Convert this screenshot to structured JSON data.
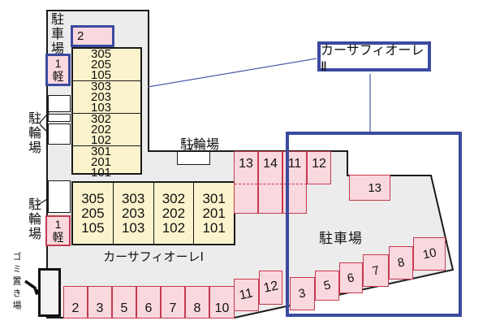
{
  "labels": {
    "parking_lot_top": "駐車場",
    "bike_parking_left_upper": "駐輪場",
    "bike_parking_left_lower": "駐輪場",
    "bike_parking_middle": "駐輪場",
    "parking_lot_right": "駐車場",
    "garbage_area": "ゴミ置き場",
    "casa_fiore_2_callout": "カーサフィオーレⅡ",
    "casa_fiore_1_caption": "カーサフィオーレⅠ"
  },
  "buildings": {
    "casa_fiore_2": {
      "units_col": [
        "305\n205\n105",
        "303\n203\n103",
        "302\n202\n102",
        "301\n201\n101"
      ]
    },
    "casa_fiore_1": {
      "units_col": [
        "305\n205\n105",
        "303\n203\n103",
        "302\n202\n102",
        "301\n201\n101"
      ]
    }
  },
  "parking_spaces": {
    "top_2": "2",
    "top_kei_number": "1",
    "top_kei_tag": "軽",
    "lower_kei_number": "1",
    "lower_kei_tag": "軽",
    "middle_row": [
      "13",
      "14",
      "11",
      "12"
    ],
    "bottom_row": [
      "2",
      "3",
      "5",
      "6",
      "7",
      "8",
      "10"
    ],
    "bottom_stairs": [
      "11",
      "12"
    ],
    "right_area_13": "13",
    "right_stairs": [
      "3",
      "5",
      "6",
      "7",
      "8",
      "10"
    ]
  },
  "colors": {
    "property_fill": "#ececec",
    "outline": "#1a1a1a",
    "space_fill": "#f9d8de",
    "space_border": "#c43a4e",
    "highlight_blue": "#3b4aa0",
    "building_fill": "#fbf3cc"
  }
}
